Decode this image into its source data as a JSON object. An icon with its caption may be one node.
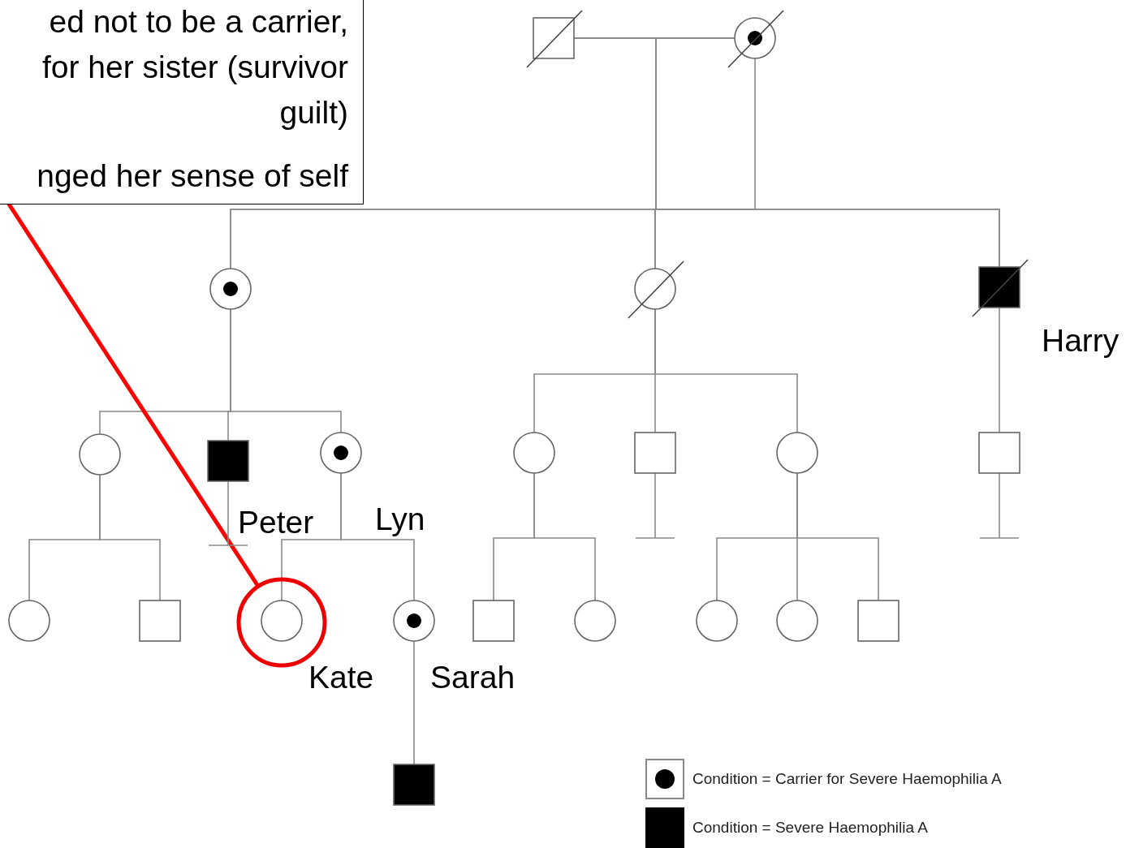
{
  "diagram": {
    "nodes": [
      {
        "text": [
          "ed not to be a carrier, for her sister (survivor guilt)",
          "nged her sense of self"
        ]
      },
      {
        "text": [],
        "shape": "box"
      },
      {
        "text": [],
        "shape": "circle"
      },
      {
        "text": [],
        "shape": "circle"
      },
      {
        "text": [],
        "shape": "circle"
      },
      {
        "text": [],
        "shape": "box",
        "beside": [
          "Harry"
        ]
      },
      {
        "text": [],
        "shape": "circle"
      },
      {
        "text": [],
        "shape": "box",
        "beside": [
          "Peter"
        ]
      },
      {
        "text": [],
        "shape": "circle",
        "beside": [
          "Lyn"
        ]
      },
      {
        "text": [],
        "shape": "circle"
      },
      {
        "text": [],
        "shape": "box"
      },
      {
        "text": [],
        "shape": "circle"
      },
      {
        "text": [],
        "shape": "box"
      },
      {
        "text": [],
        "shape": "circle"
      },
      {
        "text": [],
        "shape": "box"
      },
      {
        "text": [],
        "shape": "circle"
      },
      {
        "text": [],
        "shape": "circle",
        "beside": [
          "Kate"
        ],
        "in": 15
      },
      {
        "text": [],
        "shape": "circle",
        "beside": [
          "Sarah"
        ]
      },
      {
        "text": [],
        "shape": "box"
      },
      {
        "text": [],
        "shape": "circle"
      },
      {
        "text": [],
        "shape": "circle"
      },
      {
        "text": [],
        "shape": "circle"
      },
      {
        "text": [],
        "shape": "box"
      },
      {
        "text": [],
        "shape": "box"
      }
    ],
    "edges": [
      {
        "from": 1,
        "to": 2,
        "arrow": "none"
      },
      {
        "from": 1,
        "to": 3,
        "arrow": "none"
      },
      {
        "from": 2,
        "to": 3,
        "arrow": "none"
      },
      {
        "from": 1,
        "to": 4,
        "arrow": "none"
      },
      {
        "from": 2,
        "to": 4,
        "arrow": "none"
      },
      {
        "from": 1,
        "to": 5,
        "arrow": "none"
      },
      {
        "from": 2,
        "to": 5,
        "arrow": "none"
      },
      {
        "from": 3,
        "to": 6,
        "arrow": "none"
      },
      {
        "from": 3,
        "to": 7,
        "arrow": "none"
      },
      {
        "from": 3,
        "to": 8,
        "arrow": "none"
      },
      {
        "from": 4,
        "to": 9,
        "arrow": "none"
      },
      {
        "from": 4,
        "to": 10,
        "arrow": "none"
      },
      {
        "from": 4,
        "to": 11,
        "arrow": "none"
      },
      {
        "from": 5,
        "to": 12,
        "arrow": "none"
      },
      {
        "from": 6,
        "to": 13,
        "arrow": "none"
      },
      {
        "from": 6,
        "to": 14,
        "arrow": "none"
      },
      {
        "from": 8,
        "to": 16,
        "arrow": "none"
      },
      {
        "from": 8,
        "to": 17,
        "arrow": "none"
      },
      {
        "from": 9,
        "to": 18,
        "arrow": "none"
      },
      {
        "from": 9,
        "to": 19,
        "arrow": "none"
      },
      {
        "from": 11,
        "to": 20,
        "arrow": "none"
      },
      {
        "from": 11,
        "to": 21,
        "arrow": "none"
      },
      {
        "from": 11,
        "to": 22,
        "arrow": "none"
      },
      {
        "from": 17,
        "to": 23,
        "arrow": "none"
      },
      {
        "from": 0,
        "to": 15,
        "arrow": "none",
        "style": "thick",
        "color": "#ff0000"
      }
    ],
    "legend": [
      {
        "text": "Condition = Carrier for Severe Haemophilia A"
      },
      {
        "text": "Condition = Severe Haemophilia A",
        "color": "#000000"
      }
    ]
  }
}
